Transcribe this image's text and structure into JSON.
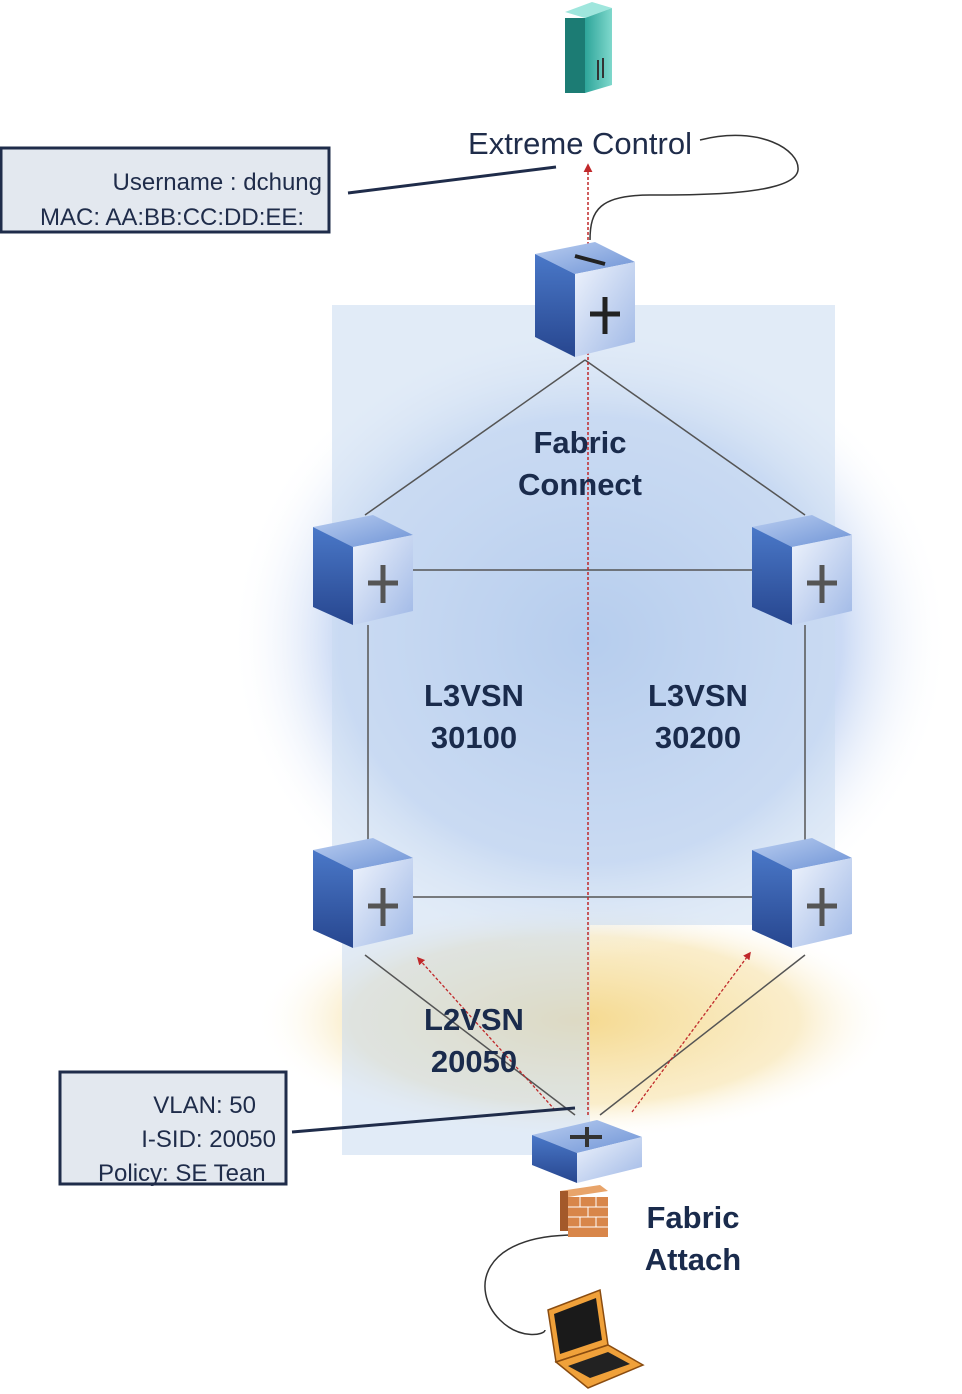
{
  "controller": {
    "title": "Extreme Control",
    "icon": "server-icon"
  },
  "user_box": {
    "username": "Username : dchung",
    "mac": "MAC: AA:BB:CC:DD:EE:"
  },
  "fabric_connect": {
    "line1": "Fabric",
    "line2": "Connect"
  },
  "l3vsn_left": {
    "line1": "L3VSN",
    "line2": "30100"
  },
  "l3vsn_right": {
    "line1": "L3VSN",
    "line2": "30200"
  },
  "l2vsn": {
    "line1": "L2VSN",
    "line2": "20050"
  },
  "vlan_box": {
    "vlan": "VLAN: 50",
    "isid": "I-SID: 20050",
    "policy": "Policy: SE Tean"
  },
  "fabric_attach": {
    "line1": "Fabric",
    "line2": "Attach"
  },
  "colors": {
    "switch_blue": "#4a78c8",
    "panel_blue": "#c9daf0",
    "flow_red": "#c0282a",
    "box_border": "#1f2c4a",
    "label_navy": "#1a2b4c"
  }
}
